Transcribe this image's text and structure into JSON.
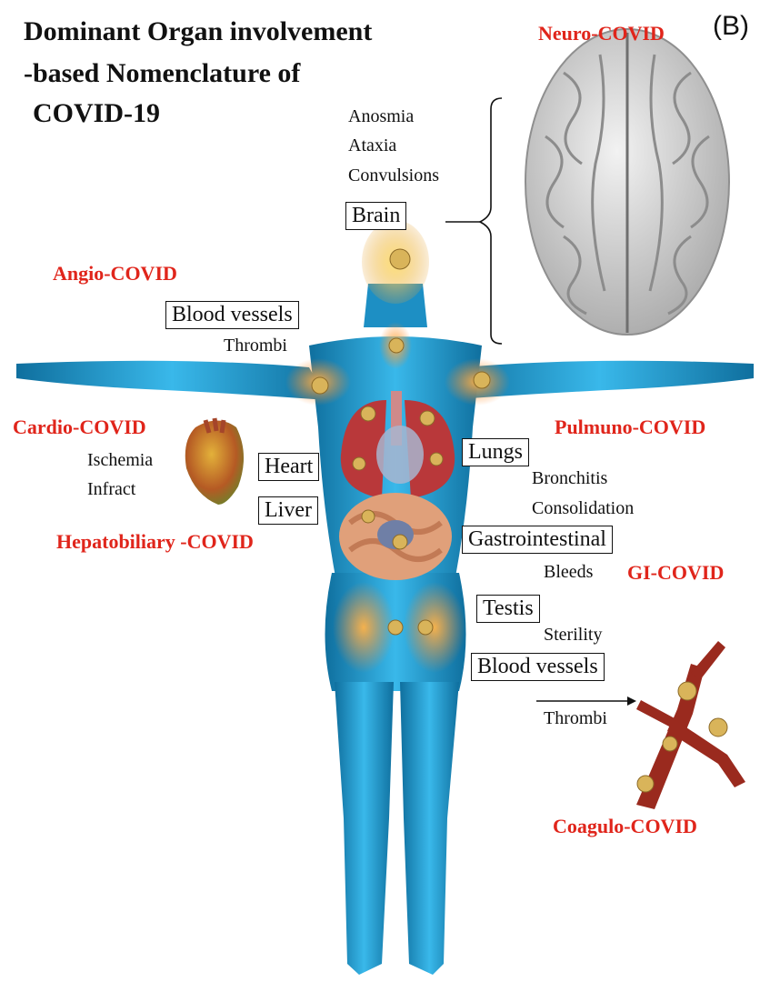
{
  "panel_letter": "(B)",
  "title": {
    "line1": "Dominant Organ involvement",
    "line2": "-based Nomenclature of",
    "line3": "COVID-19"
  },
  "categories": {
    "neuro": "Neuro-COVID",
    "angio": "Angio-COVID",
    "cardio": "Cardio-COVID",
    "pulmuno": "Pulmuno-COVID",
    "hepatobiliary": "Hepatobiliary -COVID",
    "gi": "GI-COVID",
    "coagulo": "Coagulo-COVID"
  },
  "organs": {
    "brain": "Brain",
    "blood_vessels_upper": "Blood vessels",
    "heart": "Heart",
    "liver": "Liver",
    "lungs": "Lungs",
    "gastrointestinal": "Gastrointestinal",
    "testis": "Testis",
    "blood_vessels_lower": "Blood vessels"
  },
  "symptoms": {
    "brain": [
      "Anosmia",
      "Ataxia",
      "Convulsions"
    ],
    "vessels_upper": "Thrombi",
    "heart": [
      "Ischemia",
      "Infract"
    ],
    "lungs": [
      "Bronchitis",
      "Consolidation"
    ],
    "gi": "Bleeds",
    "testis": "Sterility",
    "vessels_lower": "Thrombi"
  },
  "colors": {
    "label_red": "#e0251b",
    "body_blue": "#2aa6dc",
    "body_dark": "#0f6f9e",
    "brain_gray": "#c9c9c9",
    "organ_red": "#b9383a",
    "virus_yellow": "#d9b45a"
  }
}
